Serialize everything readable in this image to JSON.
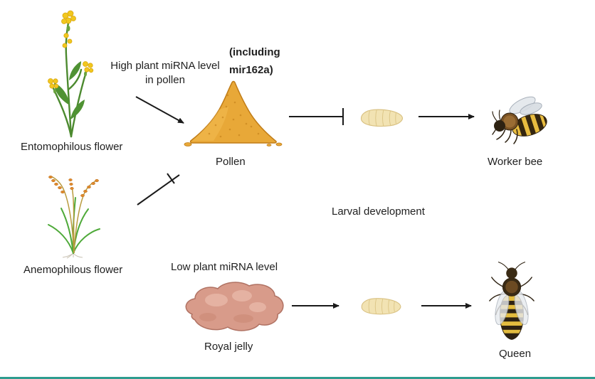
{
  "diagram": {
    "labels": {
      "entomophilous_flower": "Entomophilous flower",
      "anemophilous_flower": "Anemophilous flower",
      "pollen": "Pollen",
      "royal_jelly": "Royal jelly",
      "worker_bee": "Worker bee",
      "queen": "Queen"
    },
    "annotations": {
      "high_mirna_line1": "High plant miRNA level",
      "high_mirna_line2": "in pollen",
      "including_line1": "(including",
      "including_line2": "mir162a)",
      "low_mirna": "Low plant miRNA level",
      "larval_development": "Larval development"
    },
    "colors": {
      "arrow": "#1A1A1A",
      "pollen_fill": "#E8A838",
      "pollen_outline": "#C07C17",
      "royal_jelly_fill": "#D89B8A",
      "royal_jelly_outline": "#B07263",
      "larva_fill": "#F2E3B3",
      "larva_outline": "#D9C182",
      "bee_yellow": "#E8BC3F",
      "bee_dark": "#2E2212",
      "plant_green": "#4C8A2F",
      "grass_green": "#4FAA3A",
      "flower_yellow": "#F2C71D",
      "grain_orange": "#E08A2E",
      "wing_gray": "#E3E7EC",
      "bottom_bar": "#2E9C8F"
    }
  }
}
